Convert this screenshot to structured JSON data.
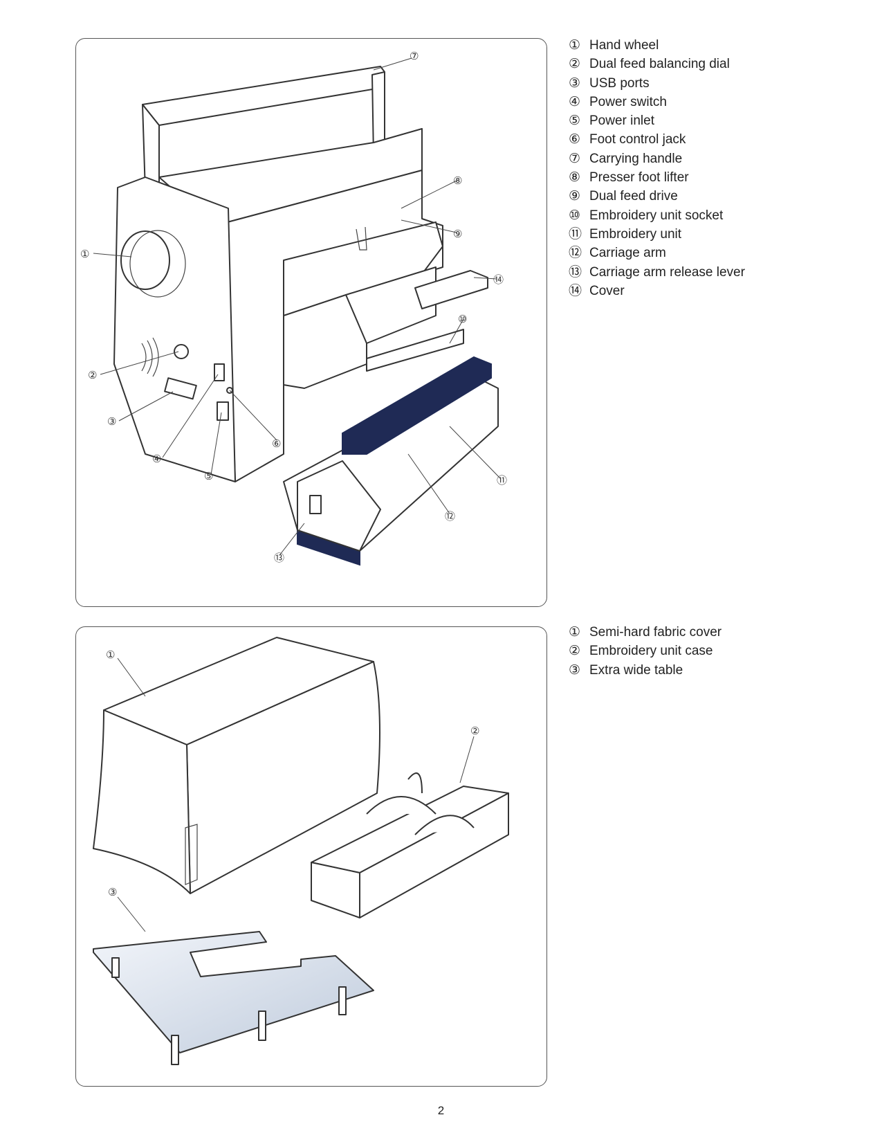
{
  "top_legend": [
    {
      "num": "①",
      "label": "Hand wheel"
    },
    {
      "num": "②",
      "label": "Dual feed balancing dial"
    },
    {
      "num": "③",
      "label": "USB ports"
    },
    {
      "num": "④",
      "label": "Power switch"
    },
    {
      "num": "⑤",
      "label": "Power inlet"
    },
    {
      "num": "⑥",
      "label": "Foot control jack"
    },
    {
      "num": "⑦",
      "label": "Carrying handle"
    },
    {
      "num": "⑧",
      "label": "Presser foot lifter"
    },
    {
      "num": "⑨",
      "label": "Dual feed drive"
    },
    {
      "num": "⑩",
      "label": "Embroidery unit socket"
    },
    {
      "num": "⑪",
      "label": "Embroidery unit"
    },
    {
      "num": "⑫",
      "label": "Carriage arm"
    },
    {
      "num": "⑬",
      "label": "Carriage arm release lever"
    },
    {
      "num": "⑭",
      "label": "Cover"
    }
  ],
  "bottom_legend": [
    {
      "num": "①",
      "label": "Semi-hard fabric cover"
    },
    {
      "num": "②",
      "label": "Embroidery unit case"
    },
    {
      "num": "③",
      "label": "Extra wide table"
    }
  ],
  "top_callouts": [
    "①",
    "②",
    "③",
    "④",
    "⑤",
    "⑥",
    "⑦",
    "⑧",
    "⑨",
    "⑩",
    "⑪",
    "⑫",
    "⑬",
    "⑭"
  ],
  "bottom_callouts": [
    "①",
    "②",
    "③"
  ],
  "page_number": "2",
  "colors": {
    "navy": "#1f2a55",
    "table_glass": "#d9e2ee",
    "line": "#333333"
  }
}
